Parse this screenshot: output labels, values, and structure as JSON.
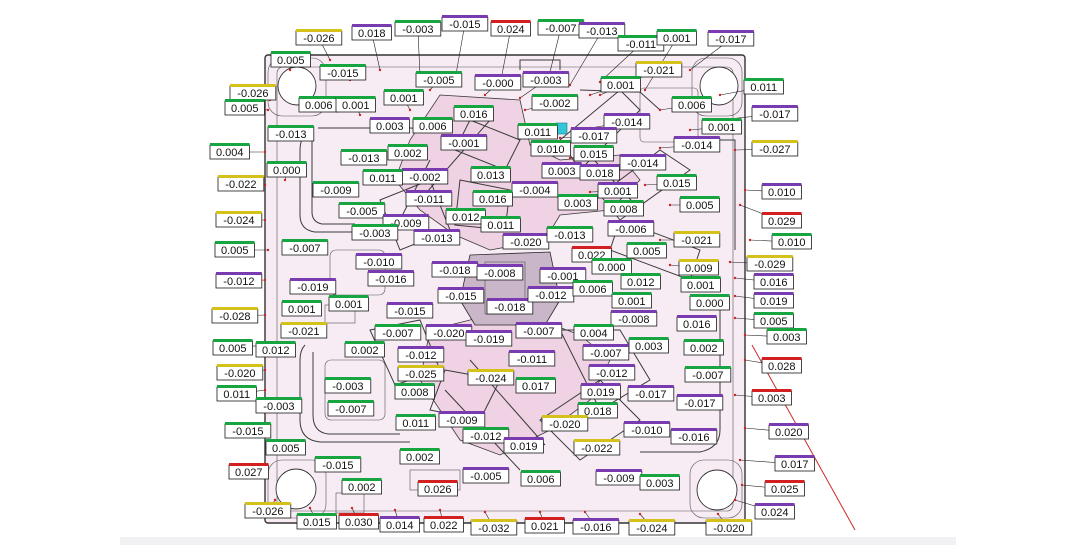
{
  "colors": {
    "green": "#17a541",
    "purple": "#7a3ab0",
    "red": "#d21f1f",
    "yellow": "#d4c21a",
    "blue": "#2f6fd6",
    "guide": "#cc2b2b"
  },
  "labels": [
    {
      "id": "l001",
      "text": "-0.026",
      "c": "yellow"
    },
    {
      "id": "l002",
      "text": "0.018",
      "c": "purple"
    },
    {
      "id": "l003",
      "text": "-0.003",
      "c": "green"
    },
    {
      "id": "l004",
      "text": "-0.015",
      "c": "purple"
    },
    {
      "id": "l005",
      "text": "0.024",
      "c": "red"
    },
    {
      "id": "l006",
      "text": "-0.007",
      "c": "green"
    },
    {
      "id": "l007",
      "text": "-0.013",
      "c": "purple"
    },
    {
      "id": "l008",
      "text": "-0.011",
      "c": "green"
    },
    {
      "id": "l009",
      "text": "0.001",
      "c": "green"
    },
    {
      "id": "l010",
      "text": "-0.017",
      "c": "purple"
    },
    {
      "id": "l011",
      "text": "0.005",
      "c": "green"
    },
    {
      "id": "l012",
      "text": "-0.015",
      "c": "green"
    },
    {
      "id": "l013",
      "text": "-0.005",
      "c": "green"
    },
    {
      "id": "l014",
      "text": "-0.000",
      "c": "purple"
    },
    {
      "id": "l015",
      "text": "-0.003",
      "c": "purple"
    },
    {
      "id": "l016",
      "text": "-0.021",
      "c": "yellow"
    },
    {
      "id": "l017",
      "text": "-0.026",
      "c": "yellow"
    },
    {
      "id": "l018",
      "text": "0.005",
      "c": "green"
    },
    {
      "id": "l019",
      "text": "0.006",
      "c": "green"
    },
    {
      "id": "l020",
      "text": "0.001",
      "c": "green"
    },
    {
      "id": "l021",
      "text": "0.001",
      "c": "green"
    },
    {
      "id": "l022",
      "text": "-0.002",
      "c": "green"
    },
    {
      "id": "l023",
      "text": "0.001",
      "c": "green"
    },
    {
      "id": "l024",
      "text": "0.006",
      "c": "green"
    },
    {
      "id": "l025",
      "text": "0.011",
      "c": "green"
    },
    {
      "id": "l026",
      "text": "0.016",
      "c": "green"
    },
    {
      "id": "l027",
      "text": "-0.017",
      "c": "purple"
    },
    {
      "id": "l028",
      "text": "0.003",
      "c": "purple"
    },
    {
      "id": "l029",
      "text": "0.006",
      "c": "green"
    },
    {
      "id": "l030",
      "text": "-0.014",
      "c": "purple"
    },
    {
      "id": "l031",
      "text": "0.001",
      "c": "green"
    },
    {
      "id": "l032",
      "text": "-0.013",
      "c": "green"
    },
    {
      "id": "l033",
      "text": "-0.001",
      "c": "purple"
    },
    {
      "id": "l034",
      "text": "0.011",
      "c": "green"
    },
    {
      "id": "l035",
      "text": "-0.017",
      "c": "purple"
    },
    {
      "id": "l036",
      "text": "0.004",
      "c": "green"
    },
    {
      "id": "l037",
      "text": "-0.013",
      "c": "green"
    },
    {
      "id": "l038",
      "text": "0.002",
      "c": "green"
    },
    {
      "id": "l039",
      "text": "0.010",
      "c": "green"
    },
    {
      "id": "l040",
      "text": "0.015",
      "c": "green"
    },
    {
      "id": "l041",
      "text": "-0.014",
      "c": "purple"
    },
    {
      "id": "l042",
      "text": "-0.027",
      "c": "yellow"
    },
    {
      "id": "l043",
      "text": "0.000",
      "c": "green"
    },
    {
      "id": "l044",
      "text": "-0.002",
      "c": "purple"
    },
    {
      "id": "l045",
      "text": "0.011",
      "c": "green"
    },
    {
      "id": "l046",
      "text": "-0.014",
      "c": "purple"
    },
    {
      "id": "l047",
      "text": "-0.022",
      "c": "yellow"
    },
    {
      "id": "l048",
      "text": "-0.009",
      "c": "green"
    },
    {
      "id": "l049",
      "text": "0.013",
      "c": "green"
    },
    {
      "id": "l050",
      "text": "-0.004",
      "c": "purple"
    },
    {
      "id": "l051",
      "text": "0.003",
      "c": "purple"
    },
    {
      "id": "l052",
      "text": "0.018",
      "c": "purple"
    },
    {
      "id": "l053",
      "text": "0.015",
      "c": "green"
    },
    {
      "id": "l054",
      "text": "0.001",
      "c": "purple"
    },
    {
      "id": "l055",
      "text": "0.010",
      "c": "purple"
    },
    {
      "id": "l056",
      "text": "-0.005",
      "c": "green"
    },
    {
      "id": "l057",
      "text": "-0.011",
      "c": "purple"
    },
    {
      "id": "l058",
      "text": "0.016",
      "c": "green"
    },
    {
      "id": "l059",
      "text": "0.003",
      "c": "green"
    },
    {
      "id": "l060",
      "text": "0.008",
      "c": "green"
    },
    {
      "id": "l061",
      "text": "0.005",
      "c": "green"
    },
    {
      "id": "l062",
      "text": "0.029",
      "c": "red"
    },
    {
      "id": "l063",
      "text": "-0.024",
      "c": "yellow"
    },
    {
      "id": "l064",
      "text": "-0.009",
      "c": "purple"
    },
    {
      "id": "l065",
      "text": "0.012",
      "c": "green"
    },
    {
      "id": "l066",
      "text": "0.011",
      "c": "green"
    },
    {
      "id": "l067",
      "text": "-0.003",
      "c": "green"
    },
    {
      "id": "l068",
      "text": "-0.013",
      "c": "purple"
    },
    {
      "id": "l069",
      "text": "-0.020",
      "c": "purple"
    },
    {
      "id": "l070",
      "text": "-0.013",
      "c": "green"
    },
    {
      "id": "l071",
      "text": "-0.006",
      "c": "purple"
    },
    {
      "id": "l072",
      "text": "-0.021",
      "c": "yellow"
    },
    {
      "id": "l073",
      "text": "0.010",
      "c": "green"
    },
    {
      "id": "l074",
      "text": "0.005",
      "c": "green"
    },
    {
      "id": "l075",
      "text": "-0.007",
      "c": "green"
    },
    {
      "id": "l076",
      "text": "-0.010",
      "c": "purple"
    },
    {
      "id": "l077",
      "text": "-0.018",
      "c": "purple"
    },
    {
      "id": "l078",
      "text": "-0.008",
      "c": "purple"
    },
    {
      "id": "l079",
      "text": "0.022",
      "c": "red"
    },
    {
      "id": "l080",
      "text": "0.000",
      "c": "green"
    },
    {
      "id": "l081",
      "text": "0.005",
      "c": "green"
    },
    {
      "id": "l082",
      "text": "0.009",
      "c": "yellow"
    },
    {
      "id": "l083",
      "text": "-0.029",
      "c": "yellow"
    },
    {
      "id": "l084",
      "text": "-0.012",
      "c": "purple"
    },
    {
      "id": "l085",
      "text": "-0.016",
      "c": "purple"
    },
    {
      "id": "l086",
      "text": "-0.001",
      "c": "purple"
    },
    {
      "id": "l087",
      "text": "0.012",
      "c": "green"
    },
    {
      "id": "l088",
      "text": "0.001",
      "c": "green"
    },
    {
      "id": "l089",
      "text": "0.016",
      "c": "purple"
    },
    {
      "id": "l090",
      "text": "-0.019",
      "c": "purple"
    },
    {
      "id": "l091",
      "text": "0.001",
      "c": "green"
    },
    {
      "id": "l092",
      "text": "-0.015",
      "c": "purple"
    },
    {
      "id": "l093",
      "text": "-0.018",
      "c": "purple"
    },
    {
      "id": "l094",
      "text": "-0.012",
      "c": "purple"
    },
    {
      "id": "l095",
      "text": "0.006",
      "c": "green"
    },
    {
      "id": "l096",
      "text": "0.000",
      "c": "green"
    },
    {
      "id": "l097",
      "text": "0.019",
      "c": "purple"
    },
    {
      "id": "l098",
      "text": "-0.028",
      "c": "yellow"
    },
    {
      "id": "l099",
      "text": "0.001",
      "c": "green"
    },
    {
      "id": "l100",
      "text": "-0.015",
      "c": "purple"
    },
    {
      "id": "l101",
      "text": "0.001",
      "c": "green"
    },
    {
      "id": "l102",
      "text": "-0.008",
      "c": "purple"
    },
    {
      "id": "l103",
      "text": "0.016",
      "c": "purple"
    },
    {
      "id": "l104",
      "text": "0.005",
      "c": "green"
    },
    {
      "id": "l105",
      "text": "-0.021",
      "c": "yellow"
    },
    {
      "id": "l106",
      "text": "-0.007",
      "c": "green"
    },
    {
      "id": "l107",
      "text": "-0.020",
      "c": "purple"
    },
    {
      "id": "l108",
      "text": "-0.007",
      "c": "purple"
    },
    {
      "id": "l109",
      "text": "0.004",
      "c": "green"
    },
    {
      "id": "l110",
      "text": "0.003",
      "c": "green"
    },
    {
      "id": "l111",
      "text": "0.003",
      "c": "green"
    },
    {
      "id": "l112",
      "text": "0.005",
      "c": "green"
    },
    {
      "id": "l113",
      "text": "0.012",
      "c": "green"
    },
    {
      "id": "l114",
      "text": "0.002",
      "c": "green"
    },
    {
      "id": "l115",
      "text": "-0.012",
      "c": "purple"
    },
    {
      "id": "l116",
      "text": "-0.019",
      "c": "purple"
    },
    {
      "id": "l117",
      "text": "-0.011",
      "c": "purple"
    },
    {
      "id": "l118",
      "text": "-0.007",
      "c": "purple"
    },
    {
      "id": "l119",
      "text": "0.002",
      "c": "green"
    },
    {
      "id": "l120",
      "text": "-0.020",
      "c": "yellow"
    },
    {
      "id": "l121",
      "text": "-0.003",
      "c": "green"
    },
    {
      "id": "l122",
      "text": "-0.025",
      "c": "yellow"
    },
    {
      "id": "l123",
      "text": "-0.024",
      "c": "yellow"
    },
    {
      "id": "l124",
      "text": "0.017",
      "c": "green"
    },
    {
      "id": "l125",
      "text": "-0.012",
      "c": "purple"
    },
    {
      "id": "l126",
      "text": "-0.007",
      "c": "green"
    },
    {
      "id": "l127",
      "text": "0.028",
      "c": "red"
    },
    {
      "id": "l128",
      "text": "0.011",
      "c": "green"
    },
    {
      "id": "l129",
      "text": "-0.003",
      "c": "green"
    },
    {
      "id": "l130",
      "text": "0.008",
      "c": "green"
    },
    {
      "id": "l131",
      "text": "-0.007",
      "c": "green"
    },
    {
      "id": "l132",
      "text": "0.019",
      "c": "purple"
    },
    {
      "id": "l133",
      "text": "-0.017",
      "c": "purple"
    },
    {
      "id": "l134",
      "text": "0.003",
      "c": "red"
    },
    {
      "id": "l135",
      "text": "-0.015",
      "c": "green"
    },
    {
      "id": "l136",
      "text": "0.011",
      "c": "green"
    },
    {
      "id": "l137",
      "text": "-0.009",
      "c": "purple"
    },
    {
      "id": "l138",
      "text": "0.018",
      "c": "green"
    },
    {
      "id": "l139",
      "text": "-0.017",
      "c": "purple"
    },
    {
      "id": "l140",
      "text": "-0.020",
      "c": "yellow"
    },
    {
      "id": "l141",
      "text": "-0.010",
      "c": "purple"
    },
    {
      "id": "l142",
      "text": "0.020",
      "c": "purple"
    },
    {
      "id": "l143",
      "text": "-0.012",
      "c": "green"
    },
    {
      "id": "l144",
      "text": "0.019",
      "c": "purple"
    },
    {
      "id": "l145",
      "text": "-0.022",
      "c": "yellow"
    },
    {
      "id": "l146",
      "text": "-0.016",
      "c": "purple"
    },
    {
      "id": "l147",
      "text": "0.005",
      "c": "green"
    },
    {
      "id": "l148",
      "text": "0.027",
      "c": "red"
    },
    {
      "id": "l149",
      "text": "-0.015",
      "c": "green"
    },
    {
      "id": "l150",
      "text": "0.002",
      "c": "green"
    },
    {
      "id": "l151",
      "text": "-0.005",
      "c": "purple"
    },
    {
      "id": "l152",
      "text": "0.006",
      "c": "green"
    },
    {
      "id": "l153",
      "text": "0.017",
      "c": "purple"
    },
    {
      "id": "l154",
      "text": "0.026",
      "c": "red"
    },
    {
      "id": "l155",
      "text": "-0.009",
      "c": "purple"
    },
    {
      "id": "l156",
      "text": "0.003",
      "c": "green"
    },
    {
      "id": "l157",
      "text": "0.025",
      "c": "red"
    },
    {
      "id": "l158",
      "text": "0.002",
      "c": "green"
    },
    {
      "id": "l159",
      "text": "-0.026",
      "c": "yellow"
    },
    {
      "id": "l160",
      "text": "0.024",
      "c": "purple"
    },
    {
      "id": "l161",
      "text": "0.015",
      "c": "green"
    },
    {
      "id": "l162",
      "text": "0.030",
      "c": "red"
    },
    {
      "id": "l163",
      "text": "0.014",
      "c": "purple"
    },
    {
      "id": "l164",
      "text": "0.022",
      "c": "red"
    },
    {
      "id": "l165",
      "text": "-0.032",
      "c": "yellow"
    },
    {
      "id": "l166",
      "text": "0.021",
      "c": "red"
    },
    {
      "id": "l167",
      "text": "-0.016",
      "c": "purple"
    },
    {
      "id": "l168",
      "text": "-0.024",
      "c": "yellow"
    },
    {
      "id": "l169",
      "text": "-0.020",
      "c": "yellow"
    }
  ]
}
